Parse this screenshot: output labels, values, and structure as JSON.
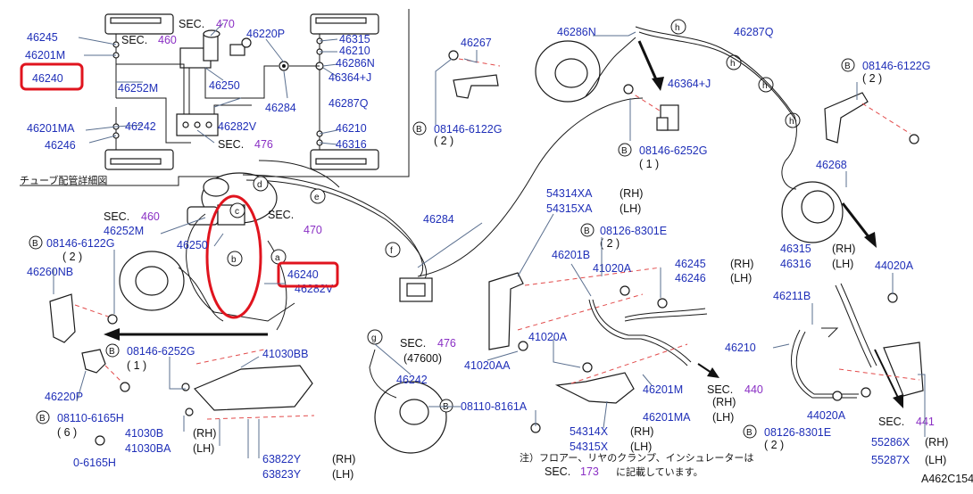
{
  "diagram": {
    "code": "A462C154",
    "caption_inset": "チューブ配管詳細図",
    "note_line1": "注）フロアー、リヤのクランプ、インシュレーターは",
    "note_line2_prefix": "SEC.",
    "note_line2_num": "173",
    "note_line2_suffix": "に記載しています。",
    "sec_word": "SEC.",
    "bolt_symbol": "B",
    "rh": "(RH)",
    "lh": "(LH)",
    "inset": {
      "p46245": "46245",
      "p46201M": "46201M",
      "p46240": "46240",
      "p46252M": "46252M",
      "p46250": "46250",
      "p46220P": "46220P",
      "p46284": "46284",
      "p46282V": "46282V",
      "p46201MA": "46201MA",
      "p46246": "46246",
      "p46242": "46242",
      "p46315": "46315",
      "p46210": "46210",
      "p46286N": "46286N",
      "p46364J": "46364+J",
      "p46287Q": "46287Q",
      "p46316": "46316",
      "sec460": "460",
      "sec470": "470",
      "sec476": "476"
    },
    "main": {
      "p46267": "46267",
      "b08146_6122G": "08146-6122G",
      "qty2": "( 2 )",
      "qty1": "( 1 )",
      "qty6": "( 6 )",
      "p46286N": "46286N",
      "p46287Q": "46287Q",
      "p46364J": "46364+J",
      "b08146_6252G": "08146-6252G",
      "p46268": "46268",
      "p54314XA": "54314XA",
      "p54315XA": "54315XA",
      "p46284": "46284",
      "b08126_8301E": "08126-8301E",
      "p46201B": "46201B",
      "p41020A": "41020A",
      "p46245": "46245",
      "p46246": "46246",
      "p46315": "46315",
      "p46316": "46316",
      "p44020A": "44020A",
      "p46211B": "46211B",
      "p46210": "46210",
      "p46252M": "46252M",
      "p46250": "46250",
      "p46240": "46240",
      "p46282V": "46282V",
      "p46260NB": "46260NB",
      "p46220P": "46220P",
      "b08110_6165H": "08110-6165H",
      "b6165H_cut": "0-6165H",
      "p41030BB": "41030BB",
      "p41030B": "41030B",
      "p41030BA": "41030BA",
      "p63822Y": "63822Y",
      "p63823Y": "63823Y",
      "p41020AA": "41020AA",
      "sec476_qty": "(47600)",
      "p46242": "46242",
      "b08110_8161A": "08110-8161A",
      "p46201M": "46201M",
      "p46201MA": "46201MA",
      "p54314X": "54314X",
      "p54315X": "54315X",
      "p55286X": "55286X",
      "p55287X": "55287X",
      "sec460": "460",
      "sec470": "470",
      "sec476": "476",
      "sec440": "440",
      "sec441": "441",
      "lbl_a": "a",
      "lbl_b": "b",
      "lbl_c": "c",
      "lbl_d": "d",
      "lbl_e": "e",
      "lbl_f": "f",
      "lbl_g": "g",
      "lbl_h": "h"
    }
  }
}
